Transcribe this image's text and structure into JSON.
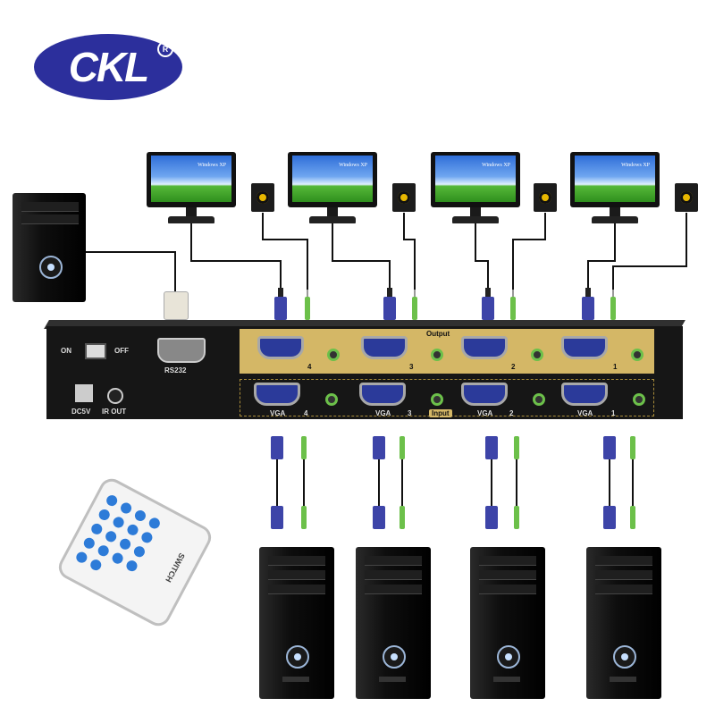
{
  "brand": {
    "logo_text": "CKL",
    "registered": "R"
  },
  "monitor_os_label": "Windows XP",
  "switch": {
    "power_on": "ON",
    "power_off": "OFF",
    "rs232": "RS232",
    "dc": "DC5V",
    "ir_out": "IR OUT",
    "output_tag": "Output",
    "input_tag": "Input",
    "vga_label": "VGA",
    "output_numbers": [
      "4",
      "3",
      "2",
      "1"
    ],
    "input_numbers": [
      "4",
      "3",
      "2",
      "1"
    ]
  },
  "remote": {
    "label": "SWITCH"
  },
  "colors": {
    "logo": "#2c2f9c",
    "panel_gold": "#d4b766",
    "vga_blue": "#3d44a8",
    "audio_green": "#6cc04a",
    "remote_button": "#2d7bd8"
  }
}
